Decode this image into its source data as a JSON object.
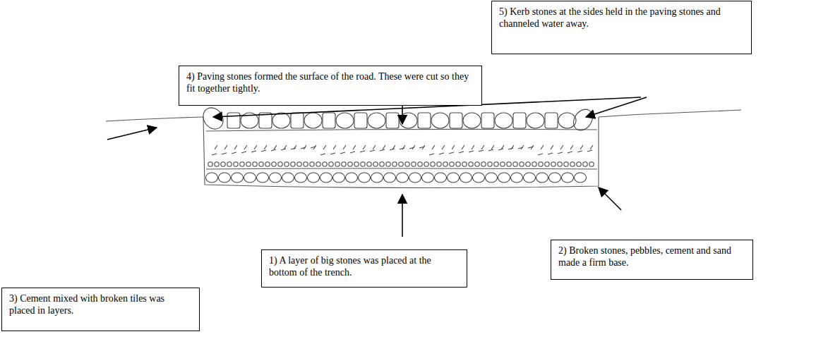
{
  "diagram": {
    "nodes": [
      {
        "text": [
          "1) A layer of big stones was placed at the bottom of the trench."
        ]
      },
      {
        "text": [
          "2) Broken stones, pebbles, cement and sand made a firm base."
        ]
      },
      {
        "text": [
          "3) Cement mixed with broken tiles was placed in layers."
        ]
      },
      {
        "text": [
          "4) Paving stones formed the surface of the road. These were cut so they fit together tightly."
        ]
      },
      {
        "text": [
          "5) Kerb stones at the sides held in the paving stones and channeled water away."
        ]
      }
    ]
  }
}
